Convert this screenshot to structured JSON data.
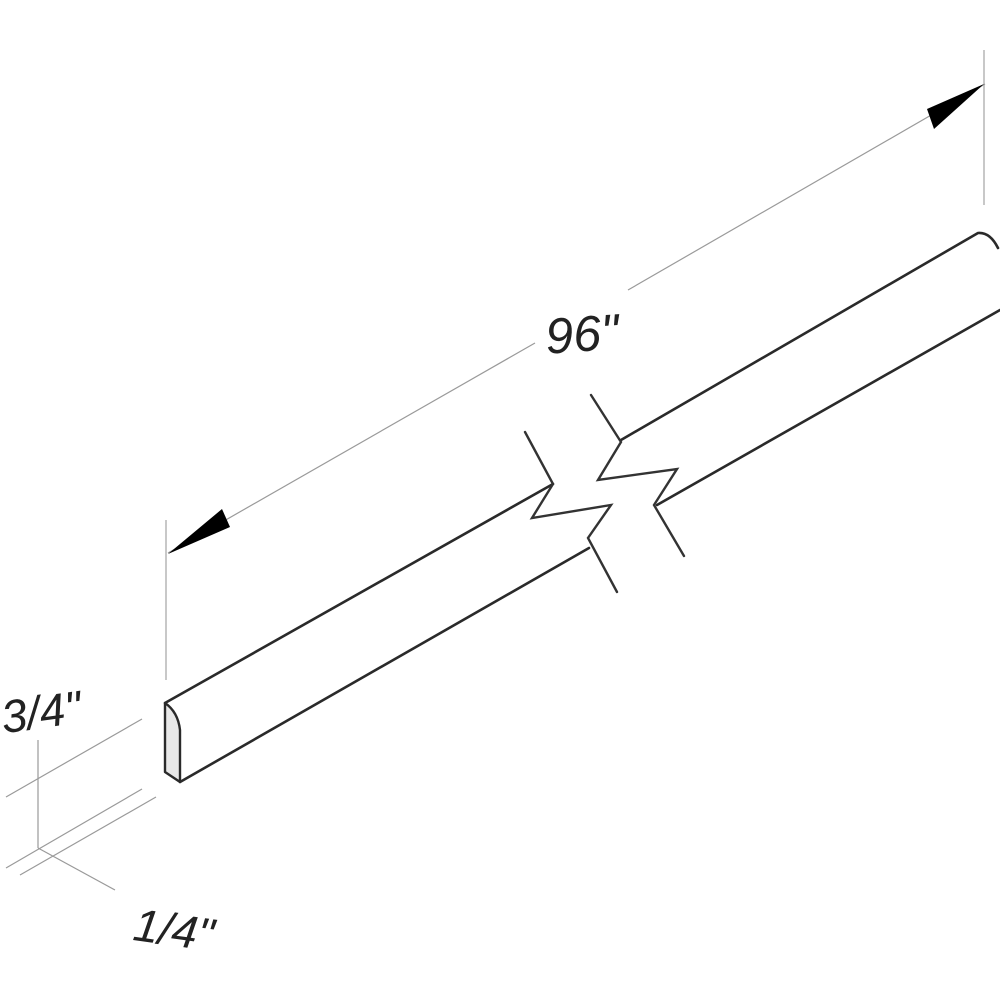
{
  "drawing": {
    "subject": "molding strip",
    "dimensions": {
      "length": {
        "label": "96\""
      },
      "height": {
        "label": "3/4\""
      },
      "thickness": {
        "label": "1/4\""
      }
    },
    "colors": {
      "background": "#ffffff",
      "line": "#2a2a2a",
      "dimension_line": "#9a9a9a",
      "arrowhead": "#000000",
      "end_face_fill": "#e8e8e8"
    }
  }
}
